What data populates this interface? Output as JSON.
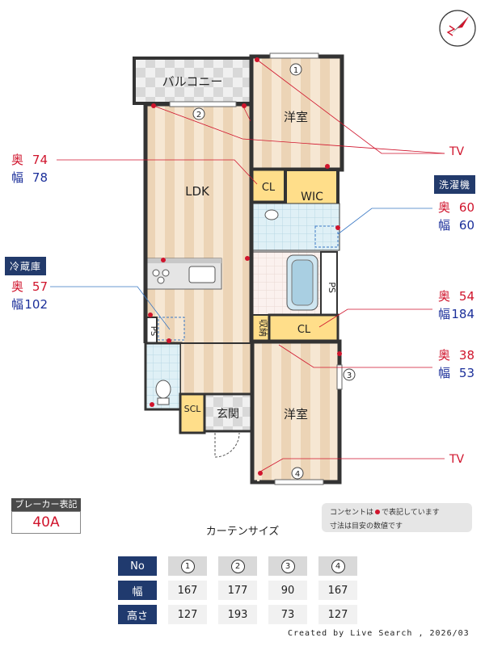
{
  "rooms": {
    "balcony": "バルコニー",
    "western_1": "洋室",
    "ldk": "LDK",
    "cl_1": "CL",
    "wic": "WIC",
    "ps_1": "PS",
    "ps_2": "PS",
    "storage": "収納",
    "cl_2": "CL",
    "scl": "SCL",
    "entrance": "玄関",
    "western_2": "洋室"
  },
  "markers": [
    "1",
    "2",
    "3",
    "4"
  ],
  "tv_labels": [
    "TV",
    "TV"
  ],
  "dimensions": {
    "depth_label": "奥",
    "width_label": "幅",
    "ldk": {
      "depth": "74",
      "width": "78"
    },
    "washer": {
      "title": "洗濯機",
      "depth": "60",
      "width": "60"
    },
    "fridge": {
      "title": "冷蔵庫",
      "depth": "57",
      "width": "102"
    },
    "cl_room": {
      "depth": "54",
      "width": "184"
    },
    "window3": {
      "depth": "38",
      "width": "53"
    }
  },
  "breaker": {
    "title": "ブレーカー表記",
    "value": "40A"
  },
  "note": {
    "line1_before": "コンセントは",
    "line1_after": "で表記しています",
    "line2": "寸法は目安の数値です"
  },
  "curtain": {
    "title": "カーテンサイズ",
    "row_no": "No",
    "row_width": "幅",
    "row_height": "高さ",
    "numbers": [
      "1",
      "2",
      "3",
      "4"
    ],
    "widths": [
      "167",
      "177",
      "90",
      "167"
    ],
    "heights": [
      "127",
      "193",
      "73",
      "127"
    ]
  },
  "credit": "Created by Live Search , 2026/03",
  "colors": {
    "outlet": "#d0142c",
    "navy": "#223a6b",
    "floor_light": "#f5e6d0",
    "floor_stripe": "#ecd3b4",
    "closet": "#ffde8a"
  }
}
